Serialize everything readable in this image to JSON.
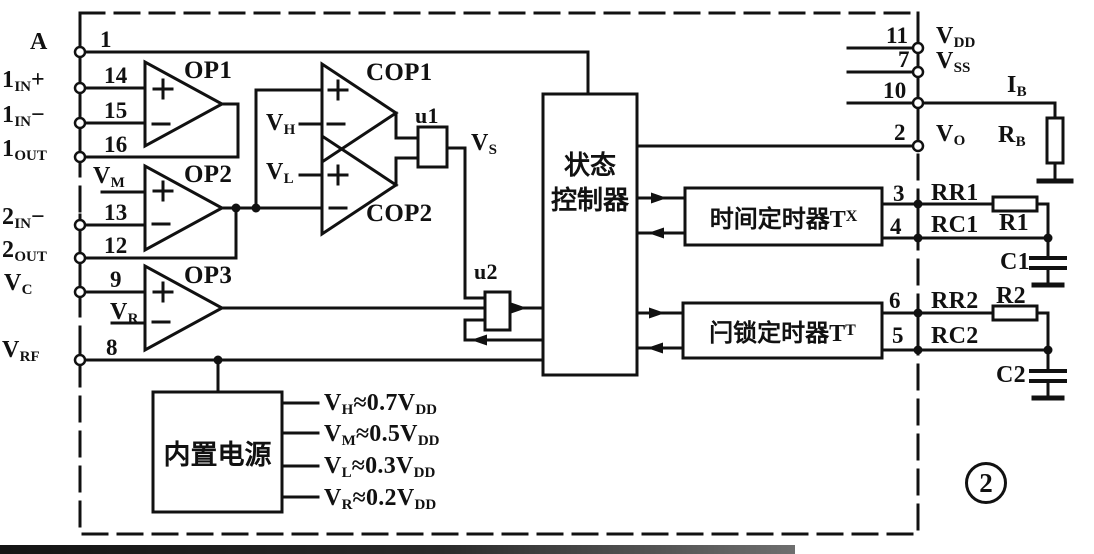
{
  "figure": {
    "number": "2"
  },
  "left_pins": [
    {
      "num": "1",
      "pre": "A"
    },
    {
      "num": "14",
      "pre": "1",
      "sub": "IN",
      "post": "+"
    },
    {
      "num": "15",
      "pre": "1",
      "sub": "IN",
      "post": "−"
    },
    {
      "num": "16",
      "pre": "1",
      "sub": "OUT"
    },
    {
      "num": "13",
      "pre": "2",
      "sub": "IN",
      "post": "−"
    },
    {
      "num": "12",
      "pre": "2",
      "sub": "OUT"
    },
    {
      "num": "9",
      "pre": "V",
      "sub": "C"
    },
    {
      "num": "8",
      "pre": "V",
      "sub": "RF"
    }
  ],
  "right_pins": [
    {
      "num": "11",
      "pre": "V",
      "sub": "DD"
    },
    {
      "num": "7",
      "pre": "V",
      "sub": "SS"
    },
    {
      "num": "10"
    },
    {
      "num": "2",
      "pre": "V",
      "sub": "O"
    },
    {
      "num": "3",
      "pre": "RR1"
    },
    {
      "num": "4",
      "pre": "RC1"
    },
    {
      "num": "6",
      "pre": "RR2"
    },
    {
      "num": "5",
      "pre": "RC2"
    }
  ],
  "opamps": {
    "op1": "OP1",
    "op2": "OP2",
    "op3": "OP3"
  },
  "comparators": {
    "cop1": "COP1",
    "cop2": "COP2"
  },
  "switch_units": {
    "u1": "u1",
    "u2": "u2"
  },
  "references": {
    "vm": {
      "pre": "V",
      "sub": "M"
    },
    "vr": {
      "pre": "V",
      "sub": "R"
    },
    "vh": {
      "pre": "V",
      "sub": "H"
    },
    "vl": {
      "pre": "V",
      "sub": "L"
    },
    "vs": {
      "pre": "V",
      "sub": "S"
    }
  },
  "blocks": {
    "state_controller_line1": "状态",
    "state_controller_line2": "控制器",
    "interval_timer": {
      "pre": "时间定时器T",
      "sub": "X"
    },
    "latch_timer": {
      "pre": "闩锁定时器T",
      "sub": "T"
    },
    "internal_power": "内置电源"
  },
  "power_rails": [
    {
      "pre": "V",
      "sub": "H",
      "eq": "≈0.7V",
      "eqsub": "DD"
    },
    {
      "pre": "V",
      "sub": "M",
      "eq": "≈0.5V",
      "eqsub": "DD"
    },
    {
      "pre": "V",
      "sub": "L",
      "eq": "≈0.3V",
      "eqsub": "DD"
    },
    {
      "pre": "V",
      "sub": "R",
      "eq": "≈0.2V",
      "eqsub": "DD"
    }
  ],
  "external": {
    "ib": {
      "pre": "I",
      "sub": "B"
    },
    "rb": {
      "pre": "R",
      "sub": "B"
    },
    "r1": "R1",
    "c1": "C1",
    "r2": "R2",
    "c2": "C2"
  },
  "colors": {
    "ink": "#111111",
    "paper": "#ffffff"
  }
}
